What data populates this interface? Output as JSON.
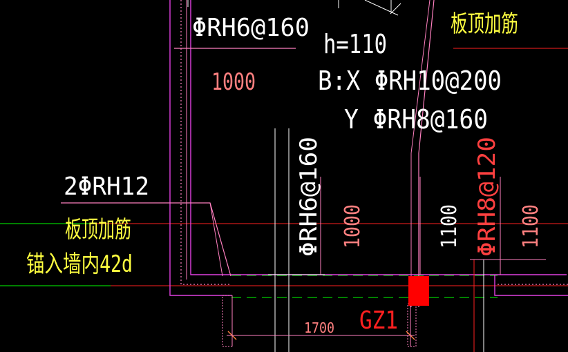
{
  "annotations": {
    "top_rebar": "ΦRH6@160",
    "slab_thickness": "h=110",
    "bottom_x": "B:X ΦRH10@200",
    "bottom_y": "Y ΦRH8@160",
    "top_right_label": "板顶加筋",
    "left_dim_1000": "1000",
    "left_rebar": "2ΦRH12",
    "left_label_1": "板顶加筋",
    "left_label_2": "锚入墙内42d",
    "vertical_rebar_1": "ΦRH6@160",
    "vertical_dim_1000": "1000",
    "vertical_dim_1100_a": "1100",
    "vertical_rebar_2": "ΦRH8@120",
    "vertical_dim_1100_b": "1100",
    "span_dim": "1700",
    "column_label": "GZ1"
  },
  "colors": {
    "background": "#000000",
    "white_text": "#ffffff",
    "yellow_text": "#ffff40",
    "pink_text": "#ff8080",
    "red": "#ff0000",
    "magenta": "#ff00ff",
    "green": "#00ff00",
    "pink_line": "#ff80c0"
  }
}
